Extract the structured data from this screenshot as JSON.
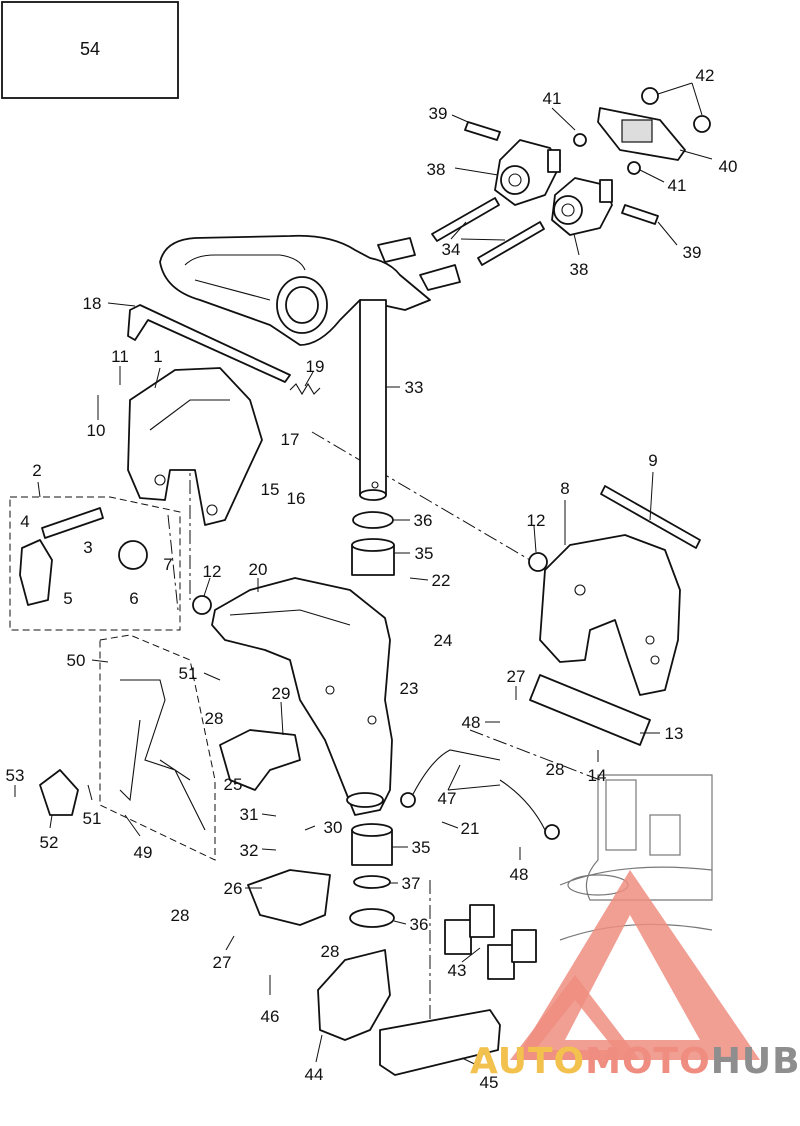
{
  "frame_number": "54",
  "watermark": {
    "part1": "AUTO",
    "part2": "MOTO",
    "part3": "HUB",
    "colors": {
      "yellow": "#f2c14e",
      "red": "#ef8d80",
      "gray": "#8e8e8e"
    }
  },
  "callouts": [
    "1",
    "2",
    "3",
    "4",
    "5",
    "6",
    "7",
    "8",
    "9",
    "10",
    "11",
    "12",
    "12",
    "13",
    "14",
    "15",
    "16",
    "17",
    "18",
    "19",
    "20",
    "21",
    "22",
    "23",
    "24",
    "25",
    "26",
    "27",
    "27",
    "28",
    "28",
    "28",
    "28",
    "29",
    "30",
    "31",
    "32",
    "33",
    "34",
    "35",
    "35",
    "36",
    "36",
    "37",
    "38",
    "38",
    "39",
    "39",
    "40",
    "41",
    "41",
    "42",
    "43",
    "44",
    "45",
    "46",
    "47",
    "48",
    "48",
    "49",
    "50",
    "51",
    "51",
    "52",
    "53"
  ]
}
